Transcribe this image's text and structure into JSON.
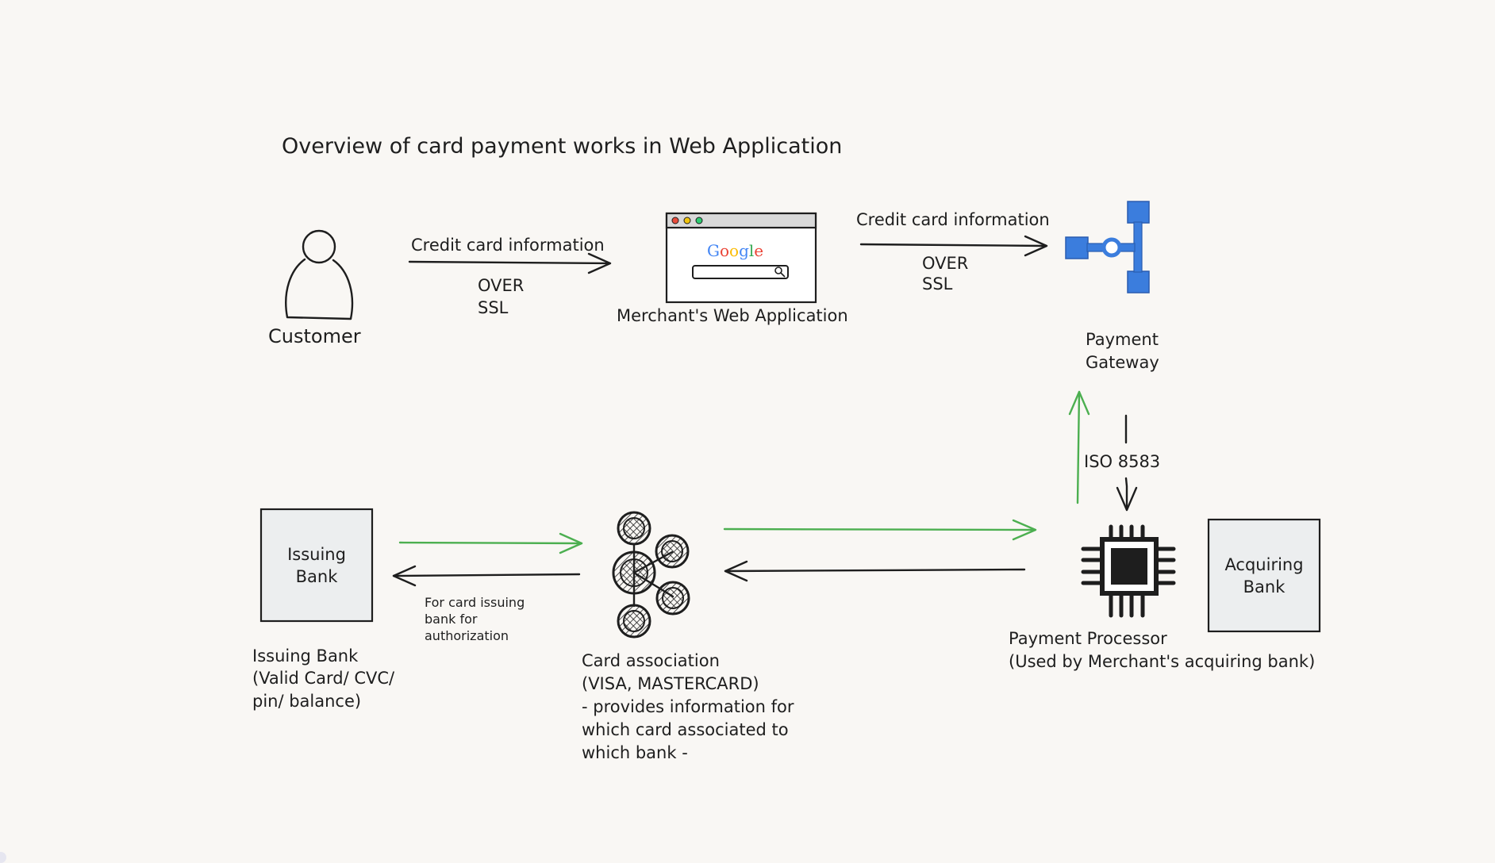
{
  "title": "Overview of card payment works in Web Application",
  "nodes": {
    "customer": {
      "label": "Customer"
    },
    "web_app": {
      "label": "Merchant's Web Application",
      "search_logo": "Google"
    },
    "gateway": {
      "label_line1": "Payment",
      "label_line2": "Gateway"
    },
    "issuing_bank_box": {
      "line1": "Issuing",
      "line2": "Bank"
    },
    "issuing_bank_desc": {
      "line1": "Issuing Bank",
      "line2": "(Valid Card/ CVC/",
      "line3": "pin/ balance)"
    },
    "card_association": {
      "line1": "Card association",
      "line2": "(VISA, MASTERCARD)",
      "line3": "- provides information for",
      "line4": "which card associated to",
      "line5": "which bank -"
    },
    "processor": {
      "line1": "Payment Processor",
      "line2": "(Used by Merchant's acquiring bank)"
    },
    "acquiring_bank": {
      "line1": "Acquiring",
      "line2": "Bank"
    }
  },
  "edges": {
    "customer_to_webapp": {
      "label": "Credit card information",
      "sub1": "OVER",
      "sub2": "SSL"
    },
    "webapp_to_gateway": {
      "label": "Credit card information",
      "sub1": "OVER",
      "sub2": "SSL"
    },
    "gateway_processor": {
      "label": "ISO 8583"
    },
    "association_to_issuer": {
      "line1": "For card issuing",
      "line2": "bank for",
      "line3": " authorization"
    }
  },
  "colors": {
    "background": "#f9f7f4",
    "ink": "#1e1e1e",
    "green_arrow": "#4caf50",
    "gateway_blue": "#3b7ddd",
    "box_fill": "#eceeef"
  },
  "icons": {
    "customer": "person-icon",
    "web_app": "browser-window-icon",
    "gateway": "gateway-network-icon",
    "card_association": "hub-network-icon",
    "processor": "cpu-chip-icon"
  }
}
